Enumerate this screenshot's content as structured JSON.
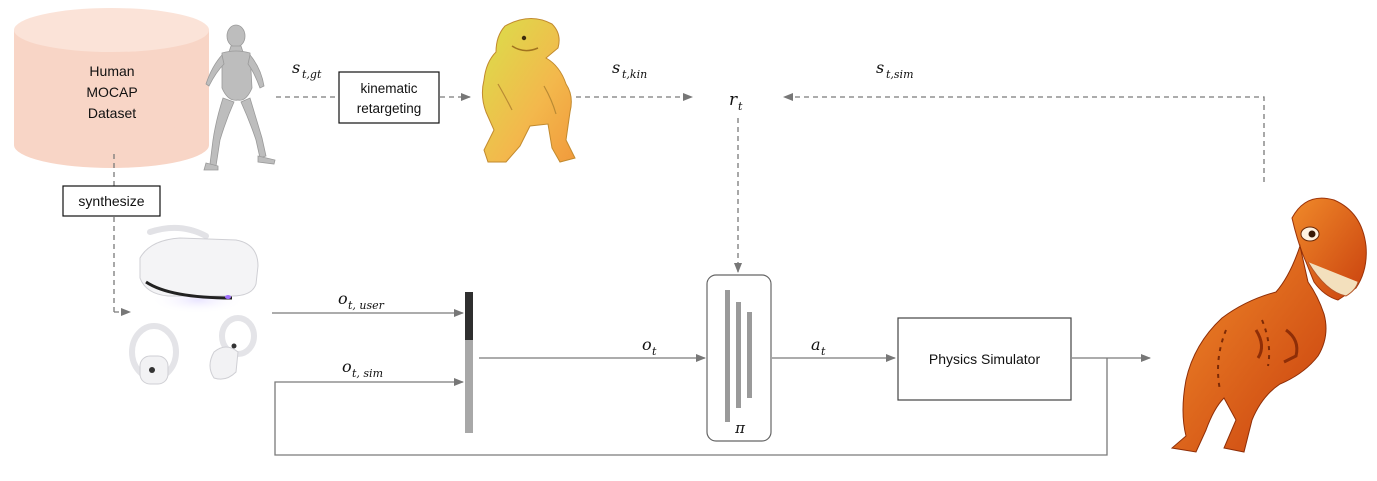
{
  "dataset": {
    "line1": "Human",
    "line2": "MOCAP",
    "line3": "Dataset",
    "color": "#f8d5c6"
  },
  "boxes": {
    "retargeting_line1": "kinematic",
    "retargeting_line2": "retargeting",
    "synthesize": "synthesize",
    "simulator": "Physics Simulator"
  },
  "labels": {
    "s_gt": {
      "base": "s",
      "sub": "t,gt"
    },
    "s_kin": {
      "base": "s",
      "sub": "t,kin"
    },
    "s_sim": {
      "base": "s",
      "sub": "t,sim"
    },
    "r": {
      "base": "r",
      "sub": "t"
    },
    "o_user": {
      "base": "o",
      "sub": "t, user"
    },
    "o_sim": {
      "base": "o",
      "sub": "t, sim"
    },
    "o": {
      "base": "o",
      "sub": "t"
    },
    "a": {
      "base": "a",
      "sub": "t"
    },
    "pi": "π"
  },
  "colors": {
    "arrow": "#7a7a7a",
    "dino_kin": "#f2c24e",
    "dino_sim": "#e8651a",
    "human": "#b9b9b9"
  }
}
